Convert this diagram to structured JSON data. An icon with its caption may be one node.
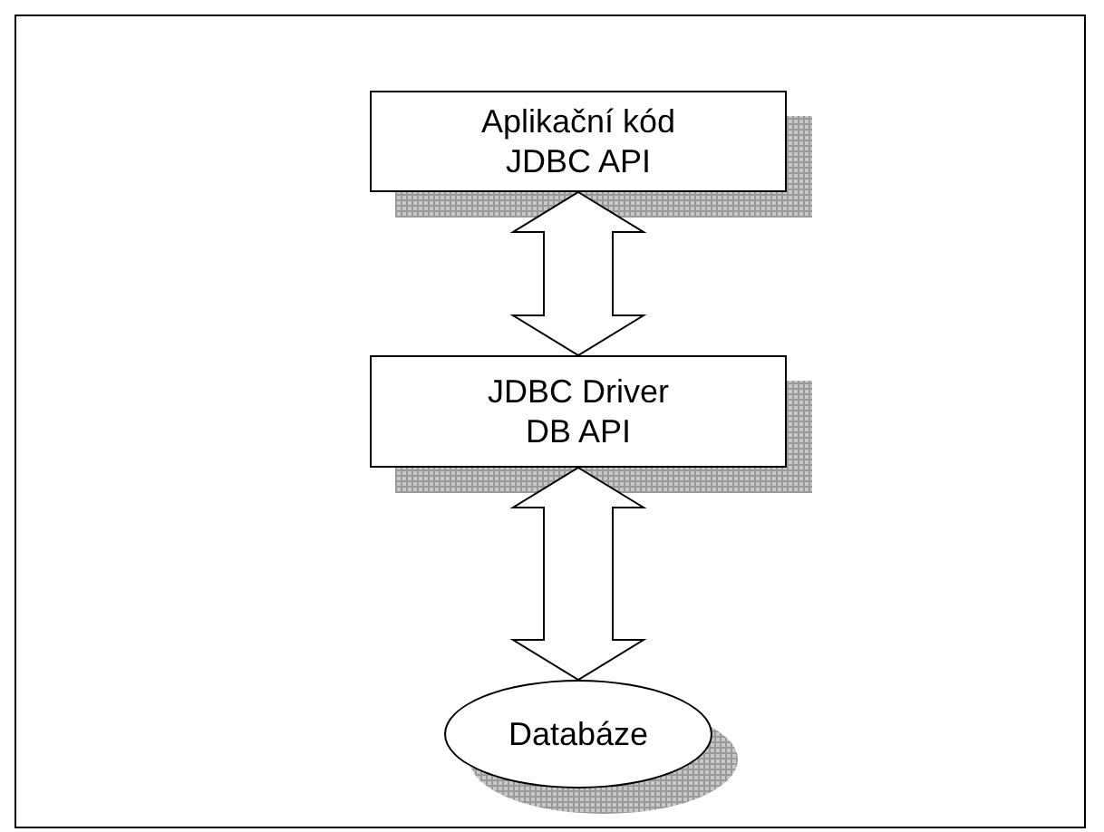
{
  "diagram": {
    "nodes": [
      {
        "text": [
          "Aplikační kód",
          "JDBC API"
        ]
      },
      {
        "text": [
          "JDBC Driver",
          "DB API"
        ]
      },
      {
        "text": [
          "Databáze"
        ]
      }
    ],
    "edges": [
      {
        "from": 0,
        "to": 1,
        "arrow": "both"
      },
      {
        "from": 1,
        "to": 2,
        "arrow": "both"
      }
    ]
  }
}
